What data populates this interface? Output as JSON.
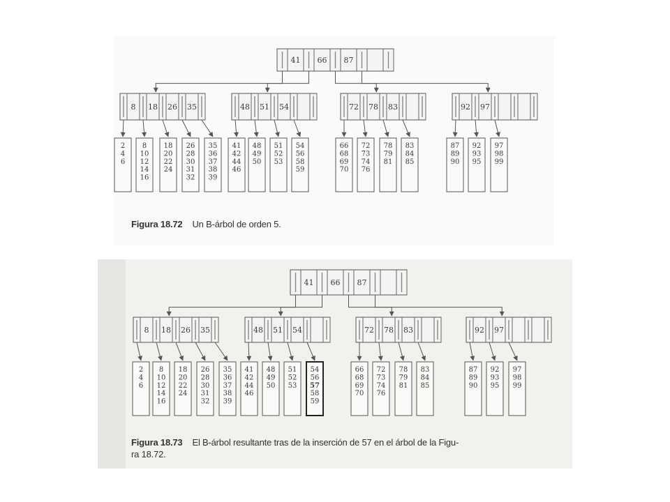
{
  "figures": [
    {
      "label": "Figura 18.72",
      "caption": "Un B-árbol de orden 5.",
      "root": [
        "41",
        "66",
        "87"
      ],
      "internal": [
        [
          "8",
          "18",
          "26",
          "35"
        ],
        [
          "48",
          "51",
          "54"
        ],
        [
          "72",
          "78",
          "83"
        ],
        [
          "92",
          "97"
        ]
      ],
      "leaves": [
        [
          [
            "2",
            "4",
            "6"
          ],
          [
            "8",
            "10",
            "12",
            "14",
            "16"
          ],
          [
            "18",
            "20",
            "22",
            "24"
          ],
          [
            "26",
            "28",
            "30",
            "31",
            "32"
          ],
          [
            "35",
            "36",
            "37",
            "38",
            "39"
          ]
        ],
        [
          [
            "41",
            "42",
            "44",
            "46"
          ],
          [
            "48",
            "49",
            "50"
          ],
          [
            "51",
            "52",
            "53"
          ],
          [
            "54",
            "56",
            "58",
            "59"
          ]
        ],
        [
          [
            "66",
            "68",
            "69",
            "70"
          ],
          [
            "72",
            "73",
            "74",
            "76"
          ],
          [
            "78",
            "79",
            "81"
          ],
          [
            "83",
            "84",
            "85"
          ]
        ],
        [
          [
            "87",
            "89",
            "90"
          ],
          [
            "92",
            "93",
            "95"
          ],
          [
            "97",
            "98",
            "99"
          ]
        ]
      ]
    },
    {
      "label": "Figura 18.73",
      "caption": "El B-árbol resultante tras de la inserción de 57 en el árbol de la Figu-",
      "caption_cont": "ra 18.72.",
      "root": [
        "41",
        "66",
        "87"
      ],
      "internal": [
        [
          "8",
          "18",
          "26",
          "35"
        ],
        [
          "48",
          "51",
          "54"
        ],
        [
          "72",
          "78",
          "83"
        ],
        [
          "92",
          "97"
        ]
      ],
      "leaves": [
        [
          [
            "2",
            "4",
            "6"
          ],
          [
            "8",
            "10",
            "12",
            "14",
            "16"
          ],
          [
            "18",
            "20",
            "22",
            "24"
          ],
          [
            "26",
            "28",
            "30",
            "31",
            "32"
          ],
          [
            "35",
            "36",
            "37",
            "38",
            "39"
          ]
        ],
        [
          [
            "41",
            "42",
            "44",
            "46"
          ],
          [
            "48",
            "49",
            "50"
          ],
          [
            "51",
            "52",
            "53"
          ],
          [
            "54",
            "56",
            "57",
            "58",
            "59"
          ]
        ],
        [
          [
            "66",
            "68",
            "69",
            "70"
          ],
          [
            "72",
            "73",
            "74",
            "76"
          ],
          [
            "78",
            "79",
            "81"
          ],
          [
            "83",
            "84",
            "85"
          ]
        ],
        [
          [
            "87",
            "89",
            "90"
          ],
          [
            "92",
            "93",
            "95"
          ],
          [
            "97",
            "98",
            "99"
          ]
        ]
      ],
      "highlight": {
        "group": 1,
        "leaf": 3,
        "key": "57"
      }
    }
  ]
}
